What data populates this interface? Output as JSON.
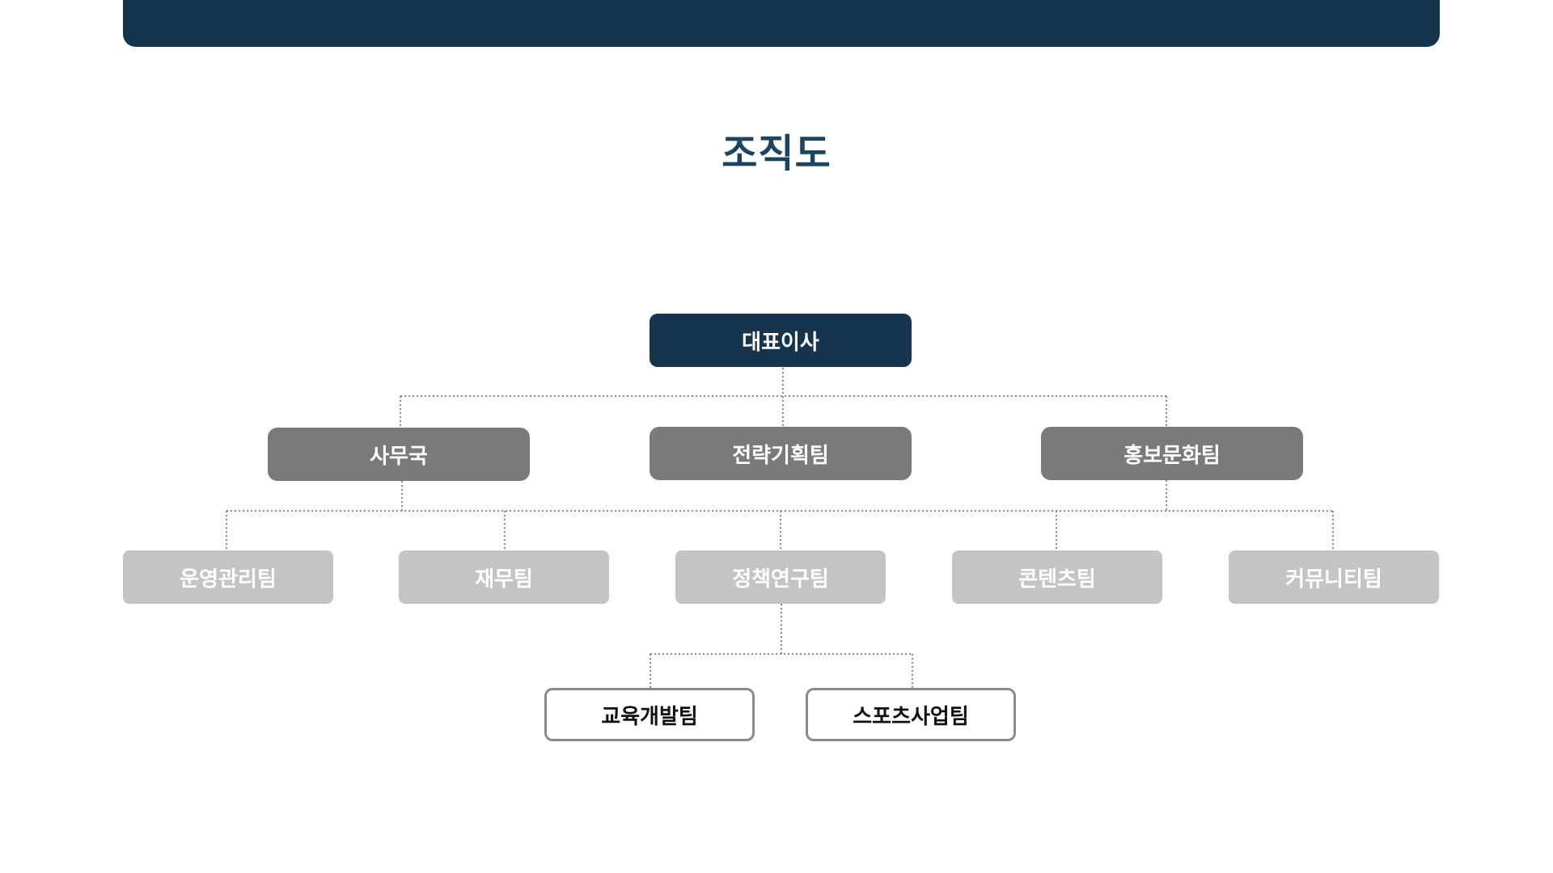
{
  "title": "조직도",
  "colors": {
    "banner": "#14354d",
    "title": "#1b4460",
    "level_0": "#14354d",
    "level_1": "#7a7a7a",
    "level_2": "#c4c4c4",
    "level_3_border": "#8a8a8a",
    "connector": "#8a8a8a"
  },
  "org": {
    "ceo": "대표이사",
    "divisions": [
      "사무국",
      "전략기획팀",
      "홍보문화팀"
    ],
    "teams": [
      "운영관리팀",
      "재무팀",
      "정책연구팀",
      "콘텐츠팀",
      "커뮤니티팀"
    ],
    "sub_teams": [
      "교육개발팀",
      "스포츠사업팀"
    ]
  }
}
